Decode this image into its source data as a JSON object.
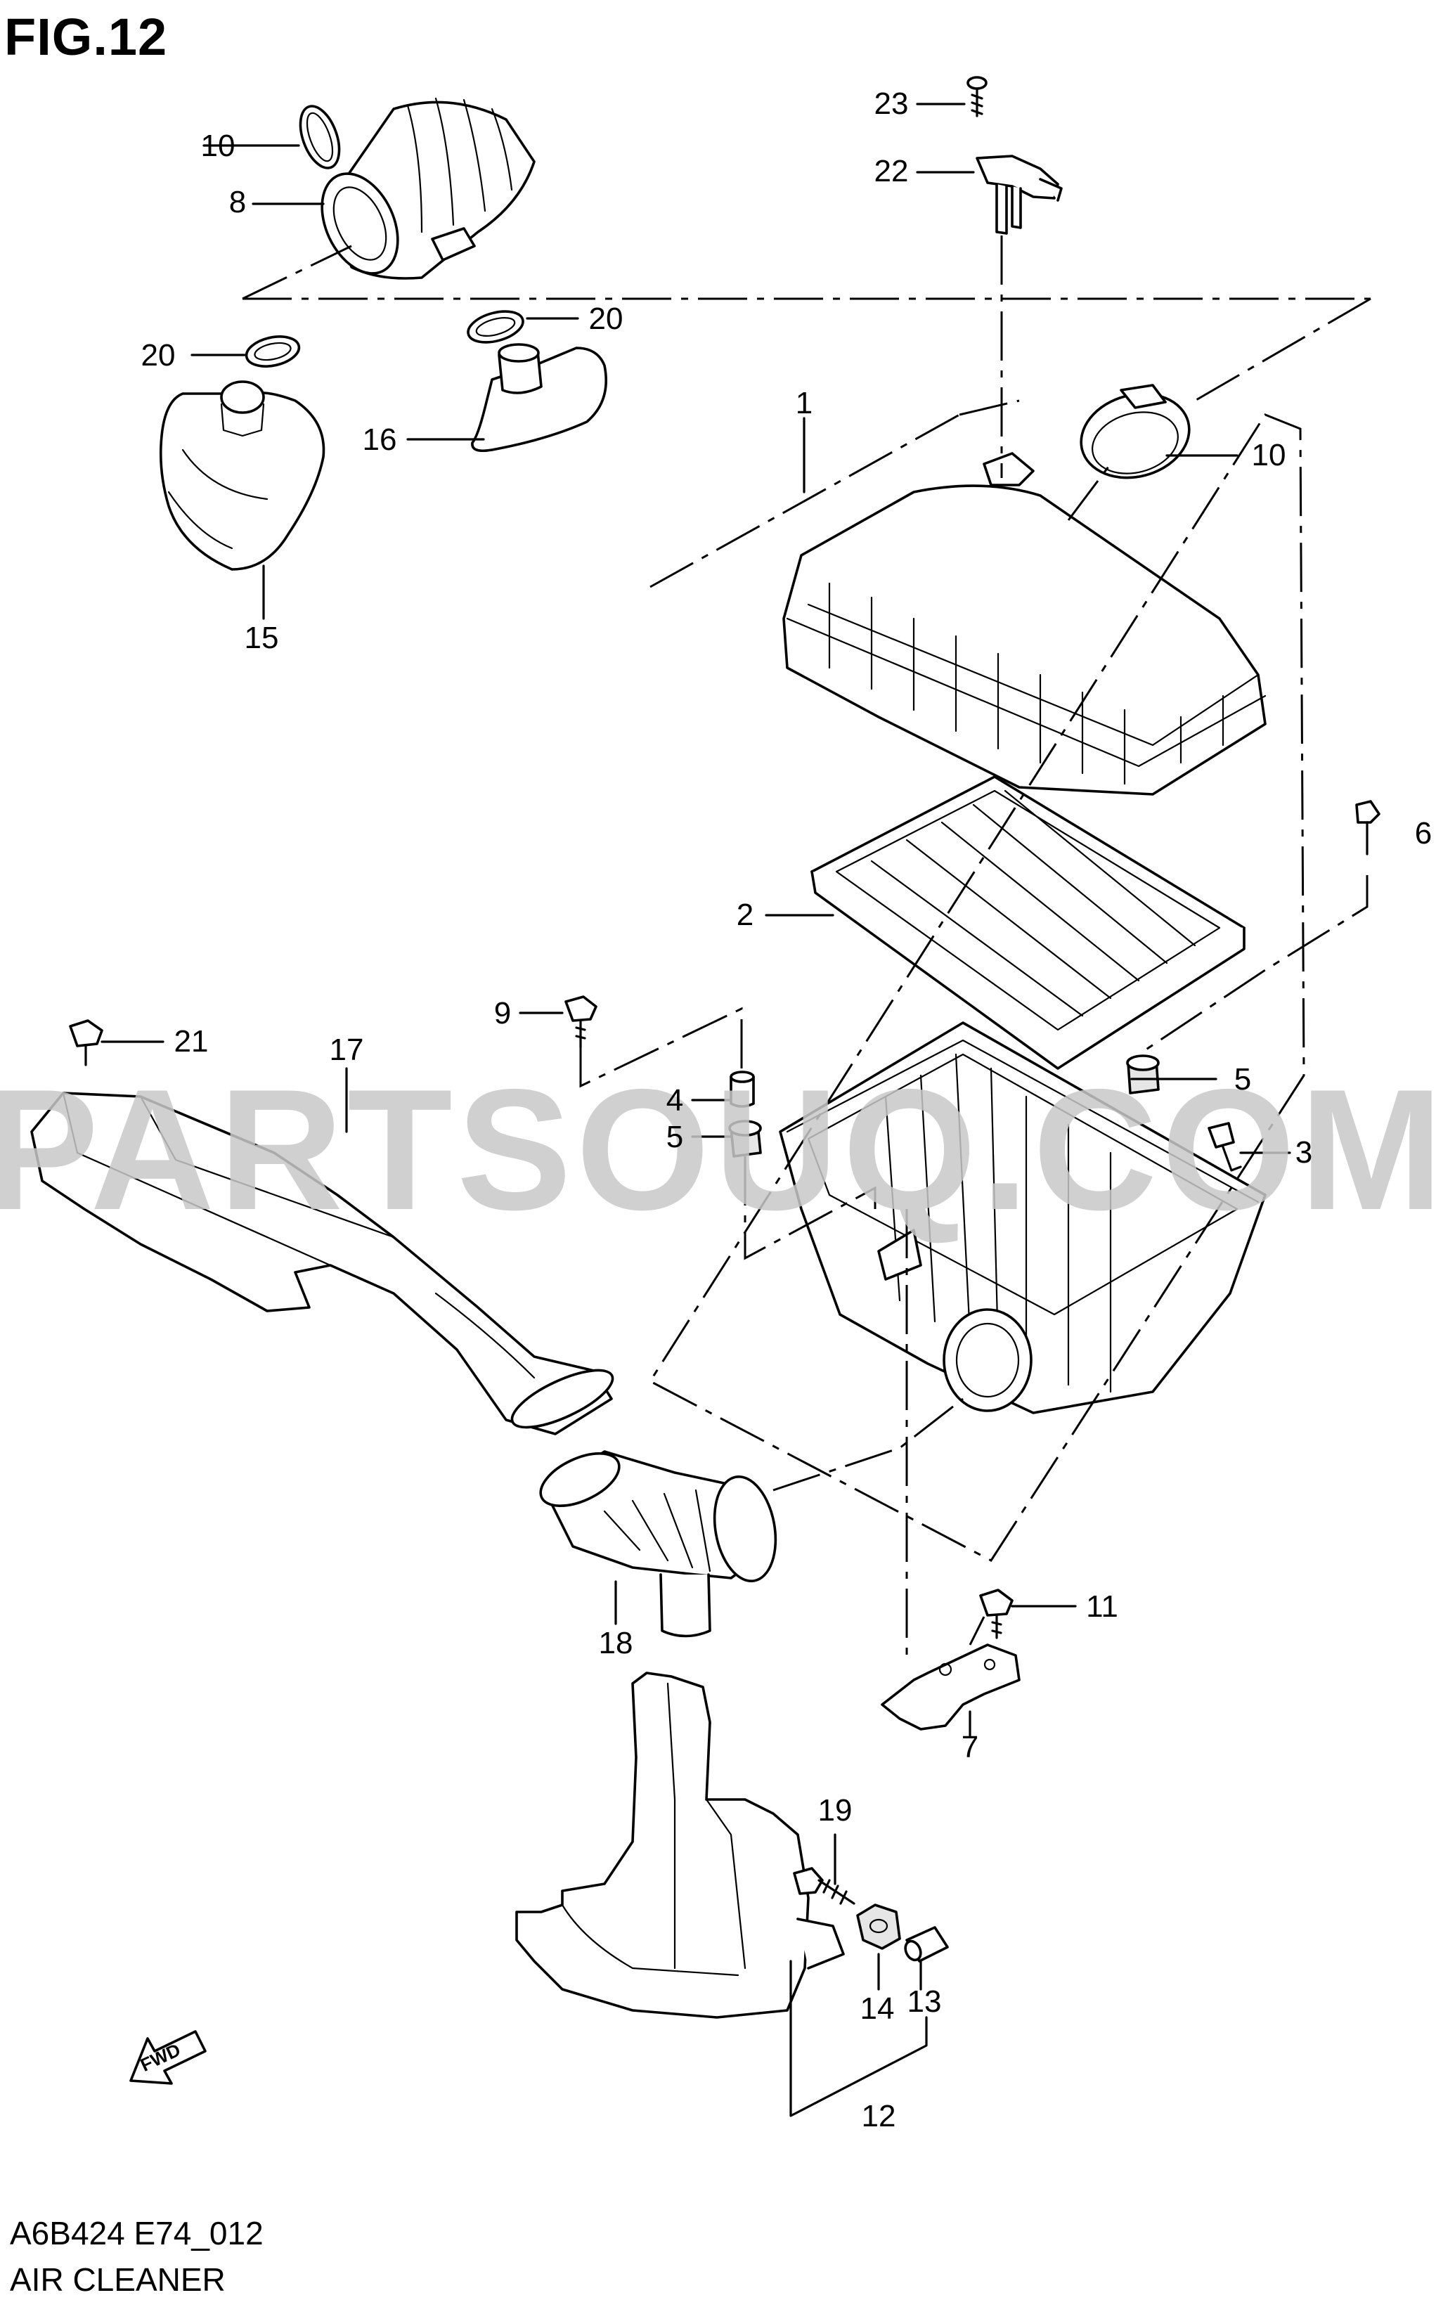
{
  "figure": {
    "title": "FIG.12",
    "code": "A6B424 E74_012",
    "name": "AIR CLEANER",
    "watermark": "PARTSOUQ.COM"
  },
  "callouts": [
    "1",
    "2",
    "3",
    "4",
    "5",
    "5",
    "6",
    "7",
    "8",
    "9",
    "10",
    "10",
    "11",
    "12",
    "13",
    "14",
    "15",
    "16",
    "17",
    "18",
    "19",
    "20",
    "20",
    "21",
    "22",
    "23"
  ],
  "parts": [
    {
      "no": "1",
      "part": "air-cleaner-assembly"
    },
    {
      "no": "2",
      "part": "air-filter-element"
    },
    {
      "no": "3",
      "part": "clip"
    },
    {
      "no": "4",
      "part": "collar"
    },
    {
      "no": "5",
      "part": "grommet"
    },
    {
      "no": "6",
      "part": "bolt"
    },
    {
      "no": "7",
      "part": "bracket"
    },
    {
      "no": "8",
      "part": "outlet-hose"
    },
    {
      "no": "9",
      "part": "bolt"
    },
    {
      "no": "10",
      "part": "hose-clamp"
    },
    {
      "no": "11",
      "part": "bolt"
    },
    {
      "no": "12",
      "part": "resonator-assembly"
    },
    {
      "no": "13",
      "part": "collar"
    },
    {
      "no": "14",
      "part": "grommet"
    },
    {
      "no": "15",
      "part": "resonator"
    },
    {
      "no": "16",
      "part": "resonator-hose"
    },
    {
      "no": "17",
      "part": "inlet-duct"
    },
    {
      "no": "18",
      "part": "inlet-hose"
    },
    {
      "no": "19",
      "part": "bolt"
    },
    {
      "no": "20",
      "part": "hose-clamp"
    },
    {
      "no": "21",
      "part": "bolt"
    },
    {
      "no": "22",
      "part": "air-flow-sensor"
    },
    {
      "no": "23",
      "part": "screw"
    }
  ],
  "direction_marker": {
    "label": "FWD",
    "icon": "fwd-arrow-icon"
  },
  "colors": {
    "line": "#000000",
    "watermark": "#c8c8c8",
    "background": "#ffffff"
  }
}
